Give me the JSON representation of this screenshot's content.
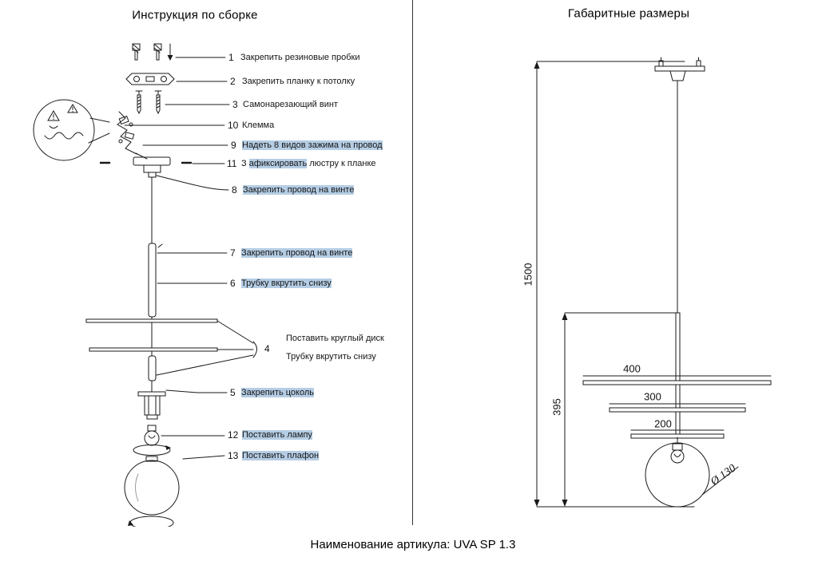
{
  "left_panel": {
    "title": "Инструкция по сборке",
    "steps": {
      "s1": {
        "num": "1",
        "label": "Закрепить резиновые пробки"
      },
      "s2": {
        "num": "2",
        "label": "Закрепить планку к потолку"
      },
      "s3": {
        "num": "3",
        "label": "Самонарезающий винт"
      },
      "s10": {
        "num": "10",
        "label": "Клемма"
      },
      "s9": {
        "num": "9",
        "label": "Надеть 8 видов зажима на провод"
      },
      "s11": {
        "num": "11",
        "prefix": "З ",
        "highlight": "афиксировать",
        "suffix": " люстру к планке"
      },
      "s8": {
        "num": "8",
        "label": "Закрепить провод на винте"
      },
      "s7": {
        "num": "7",
        "label": "Закрепить провод на винте"
      },
      "s6": {
        "num": "6",
        "label": "Трубку вкрутить снизу"
      },
      "s4": {
        "num": "4",
        "label_top": "Поставить круглый диск",
        "label_bottom": "Трубку вкрутить снизу"
      },
      "s5": {
        "num": "5",
        "label": "Закрепить цоколь"
      },
      "s12": {
        "num": "12",
        "label": "Поставить лампу"
      },
      "s13": {
        "num": "13",
        "label": "Поставить плафон"
      }
    }
  },
  "right_panel": {
    "title": "Габаритные размеры",
    "dimensions": {
      "total_height": "1500",
      "lower_section_height": "395",
      "disk_large": "400",
      "disk_medium": "300",
      "disk_small": "200",
      "sphere_diameter": "Ø 130"
    }
  },
  "footer": {
    "caption": "Наименование артикула: UVA SP 1.3"
  }
}
